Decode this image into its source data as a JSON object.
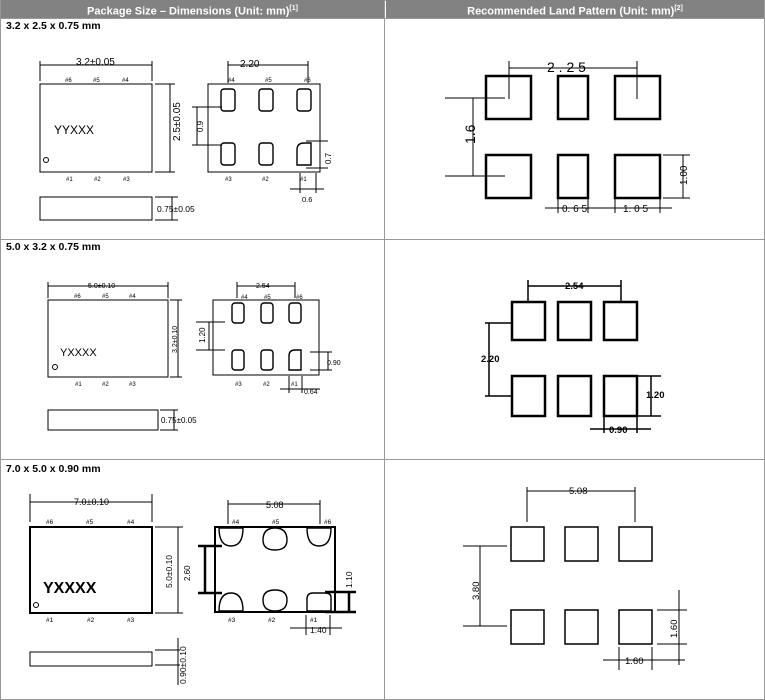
{
  "headers": {
    "left": "Package Size – Dimensions (Unit: mm)",
    "left_note": "[1]",
    "right": "Recommended Land Pattern (Unit: mm)",
    "right_note": "[2]"
  },
  "packages": [
    {
      "title": "3.2 x 2.5 x 0.75 mm",
      "marking": "YYXXX",
      "width_dim": "3.2±0.05",
      "height_dim": "2.5±0.05",
      "thickness_dim": "0.75±0.05",
      "pad_pitch_dim": "2.20",
      "pad_row_dim": "0.9",
      "pad_h_dim": "0.7",
      "pad_w_dim": "0.6",
      "pins_top": [
        "#6",
        "#5",
        "#4"
      ],
      "pins_bottom": [
        "#1",
        "#2",
        "#3"
      ],
      "pins_pad_top": [
        "#4",
        "#5",
        "#6"
      ],
      "pins_pad_bottom": [
        "#3",
        "#2",
        "#1"
      ],
      "land_pitch": "2 . 2 5",
      "land_row": "1.6",
      "land_h": "1.00",
      "land_w1": "0. 6 5",
      "land_w2": "1. 0 5"
    },
    {
      "title": "5.0 x 3.2 x 0.75 mm",
      "marking": "YXXXX",
      "width_dim": "5.0±0.10",
      "height_dim": "3.2±0.10",
      "thickness_dim": "0.75±0.05",
      "pad_pitch_dim": "2.54",
      "pad_row_dim": "1.20",
      "pad_h_dim": "0.90",
      "pad_w_dim": "0.64",
      "pins_top": [
        "#6",
        "#5",
        "#4"
      ],
      "pins_bottom": [
        "#1",
        "#2",
        "#3"
      ],
      "pins_pad_top": [
        "#4",
        "#5",
        "#6"
      ],
      "pins_pad_bottom": [
        "#3",
        "#2",
        "#1"
      ],
      "land_pitch": "2.54",
      "land_row": "2.20",
      "land_h": "1.20",
      "land_w": "0.90"
    },
    {
      "title": "7.0 x 5.0 x 0.90 mm",
      "marking": "YXXXX",
      "width_dim": "7.0±0.10",
      "height_dim": "5.0±0.10",
      "thickness_dim": "0.90±0.10",
      "pad_pitch_dim": "5.08",
      "pad_row_dim": "2.60",
      "pad_h_dim": "1.10",
      "pad_w_dim": "1.40",
      "pins_top": [
        "#6",
        "#5",
        "#4"
      ],
      "pins_bottom": [
        "#1",
        "#2",
        "#3"
      ],
      "pins_pad_top": [
        "#4",
        "#5",
        "#6"
      ],
      "pins_pad_bottom": [
        "#3",
        "#2",
        "#1"
      ],
      "land_pitch": "5.08",
      "land_row": "3.80",
      "land_h": "1.60",
      "land_w": "1.60"
    }
  ]
}
